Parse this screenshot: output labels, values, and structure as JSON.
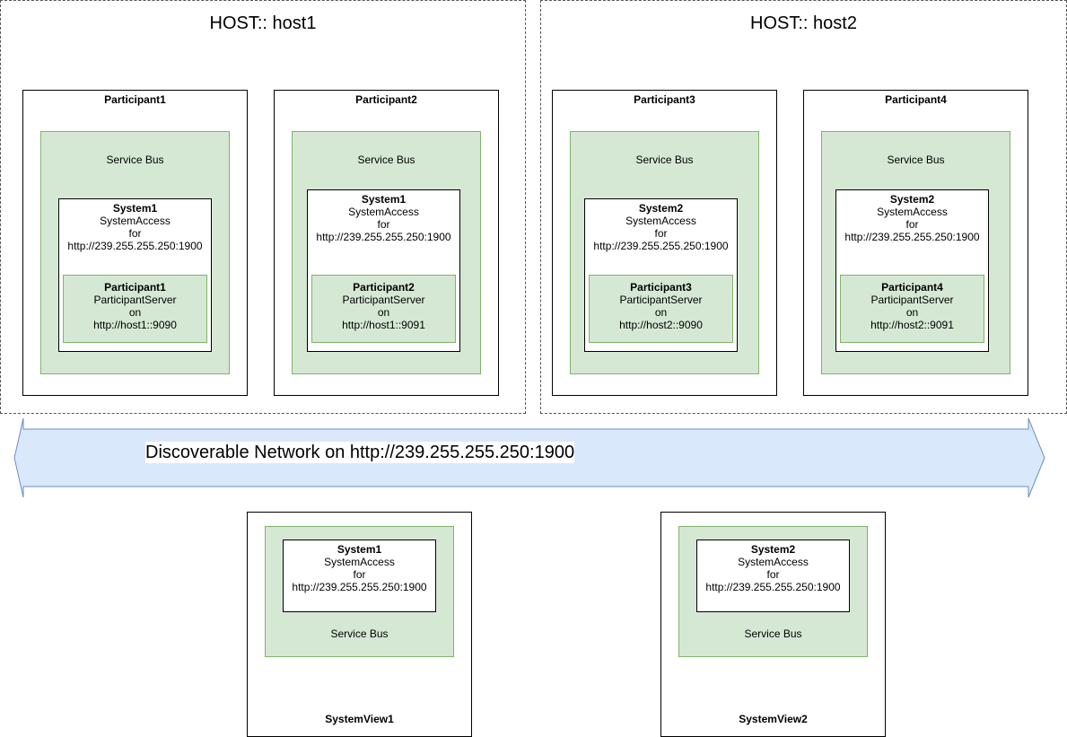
{
  "hosts": [
    {
      "title": "HOST:: host1"
    },
    {
      "title": "HOST:: host2"
    }
  ],
  "participants": [
    {
      "title": "Participant1",
      "bus_label": "Service Bus",
      "system": {
        "name": "System1",
        "line2": "SystemAccess",
        "line3": "for",
        "line4": "http://239.255.255.250:1900"
      },
      "server": {
        "name": "Participant1",
        "line2": "ParticipantServer",
        "line3": "on",
        "line4": "http://host1::9090"
      }
    },
    {
      "title": "Participant2",
      "bus_label": "Service Bus",
      "system": {
        "name": "System1",
        "line2": "SystemAccess",
        "line3": "for",
        "line4": "http://239.255.255.250:1900"
      },
      "server": {
        "name": "Participant2",
        "line2": "ParticipantServer",
        "line3": "on",
        "line4": "http://host1::9091"
      }
    },
    {
      "title": "Participant3",
      "bus_label": "Service Bus",
      "system": {
        "name": "System2",
        "line2": "SystemAccess",
        "line3": "for",
        "line4": "http://239.255.255.250:1900"
      },
      "server": {
        "name": "Participant3",
        "line2": "ParticipantServer",
        "line3": "on",
        "line4": "http://host2::9090"
      }
    },
    {
      "title": "Participant4",
      "bus_label": "Service Bus",
      "system": {
        "name": "System2",
        "line2": "SystemAccess",
        "line3": "for",
        "line4": "http://239.255.255.250:1900"
      },
      "server": {
        "name": "Participant4",
        "line2": "ParticipantServer",
        "line3": "on",
        "line4": "http://host2::9091"
      }
    }
  ],
  "network": {
    "label": "Discoverable Network on http://239.255.255.250:1900"
  },
  "system_views": [
    {
      "title": "SystemView1",
      "bus_label": "Service Bus",
      "system": {
        "name": "System1",
        "line2": "SystemAccess",
        "line3": "for",
        "line4": "http://239.255.255.250:1900"
      }
    },
    {
      "title": "SystemView2",
      "bus_label": "Service Bus",
      "system": {
        "name": "System2",
        "line2": "SystemAccess",
        "line3": "for",
        "line4": "http://239.255.255.250:1900"
      }
    }
  ],
  "colors": {
    "bus_fill": "#d5e8d4",
    "bus_stroke": "#82b366",
    "network_fill": "#dae8fc",
    "network_stroke": "#6c8ebf"
  }
}
